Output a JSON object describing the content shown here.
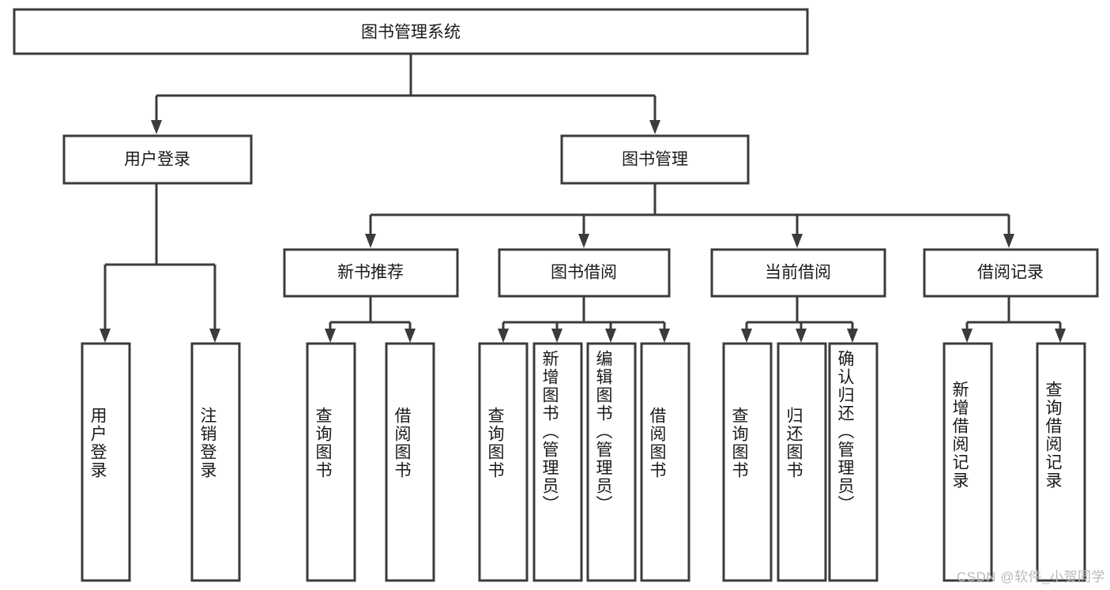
{
  "diagram": {
    "type": "tree-hierarchy",
    "title": "图书管理系统",
    "orientation": "top-down",
    "watermark": "CSDN @软件_小贺同学",
    "colors": {
      "box_fill": "#ffffff",
      "box_stroke": "#3b3b3b",
      "connector": "#3b3b3b",
      "text": "#1a1a1a",
      "watermark": "#b9b9b9",
      "background": "#ffffff"
    },
    "nodes": {
      "root": {
        "label": "图书管理系统",
        "level": 0
      },
      "level1": [
        {
          "id": "user-login",
          "label": "用户登录"
        },
        {
          "id": "book-manage",
          "label": "图书管理"
        }
      ],
      "level2": [
        {
          "id": "new-book-recommend",
          "label": "新书推荐",
          "parent": "book-manage"
        },
        {
          "id": "book-borrow",
          "label": "图书借阅",
          "parent": "book-manage"
        },
        {
          "id": "current-borrow",
          "label": "当前借阅",
          "parent": "book-manage"
        },
        {
          "id": "borrow-record",
          "label": "借阅记录",
          "parent": "book-manage"
        }
      ],
      "leaves": [
        {
          "id": "leaf-user-login",
          "label": "用户登录",
          "parent": "user-login"
        },
        {
          "id": "leaf-logout",
          "label": "注销登录",
          "parent": "user-login"
        },
        {
          "id": "leaf-query-book-1",
          "label": "查询图书",
          "parent": "new-book-recommend"
        },
        {
          "id": "leaf-borrow-book-1",
          "label": "借阅图书",
          "parent": "new-book-recommend"
        },
        {
          "id": "leaf-query-book-2",
          "label": "查询图书",
          "parent": "book-borrow"
        },
        {
          "id": "leaf-add-book",
          "label": "新增图书（管理员）",
          "parent": "book-borrow"
        },
        {
          "id": "leaf-edit-book",
          "label": "编辑图书（管理员）",
          "parent": "book-borrow"
        },
        {
          "id": "leaf-borrow-book-2",
          "label": "借阅图书",
          "parent": "book-borrow"
        },
        {
          "id": "leaf-query-book-3",
          "label": "查询图书",
          "parent": "current-borrow"
        },
        {
          "id": "leaf-return-book",
          "label": "归还图书",
          "parent": "current-borrow"
        },
        {
          "id": "leaf-confirm-return",
          "label": "确认归还（管理员）",
          "parent": "current-borrow"
        },
        {
          "id": "leaf-add-record",
          "label": "新增借阅记录",
          "parent": "borrow-record"
        },
        {
          "id": "leaf-query-record",
          "label": "查询借阅记录",
          "parent": "borrow-record"
        }
      ]
    }
  }
}
